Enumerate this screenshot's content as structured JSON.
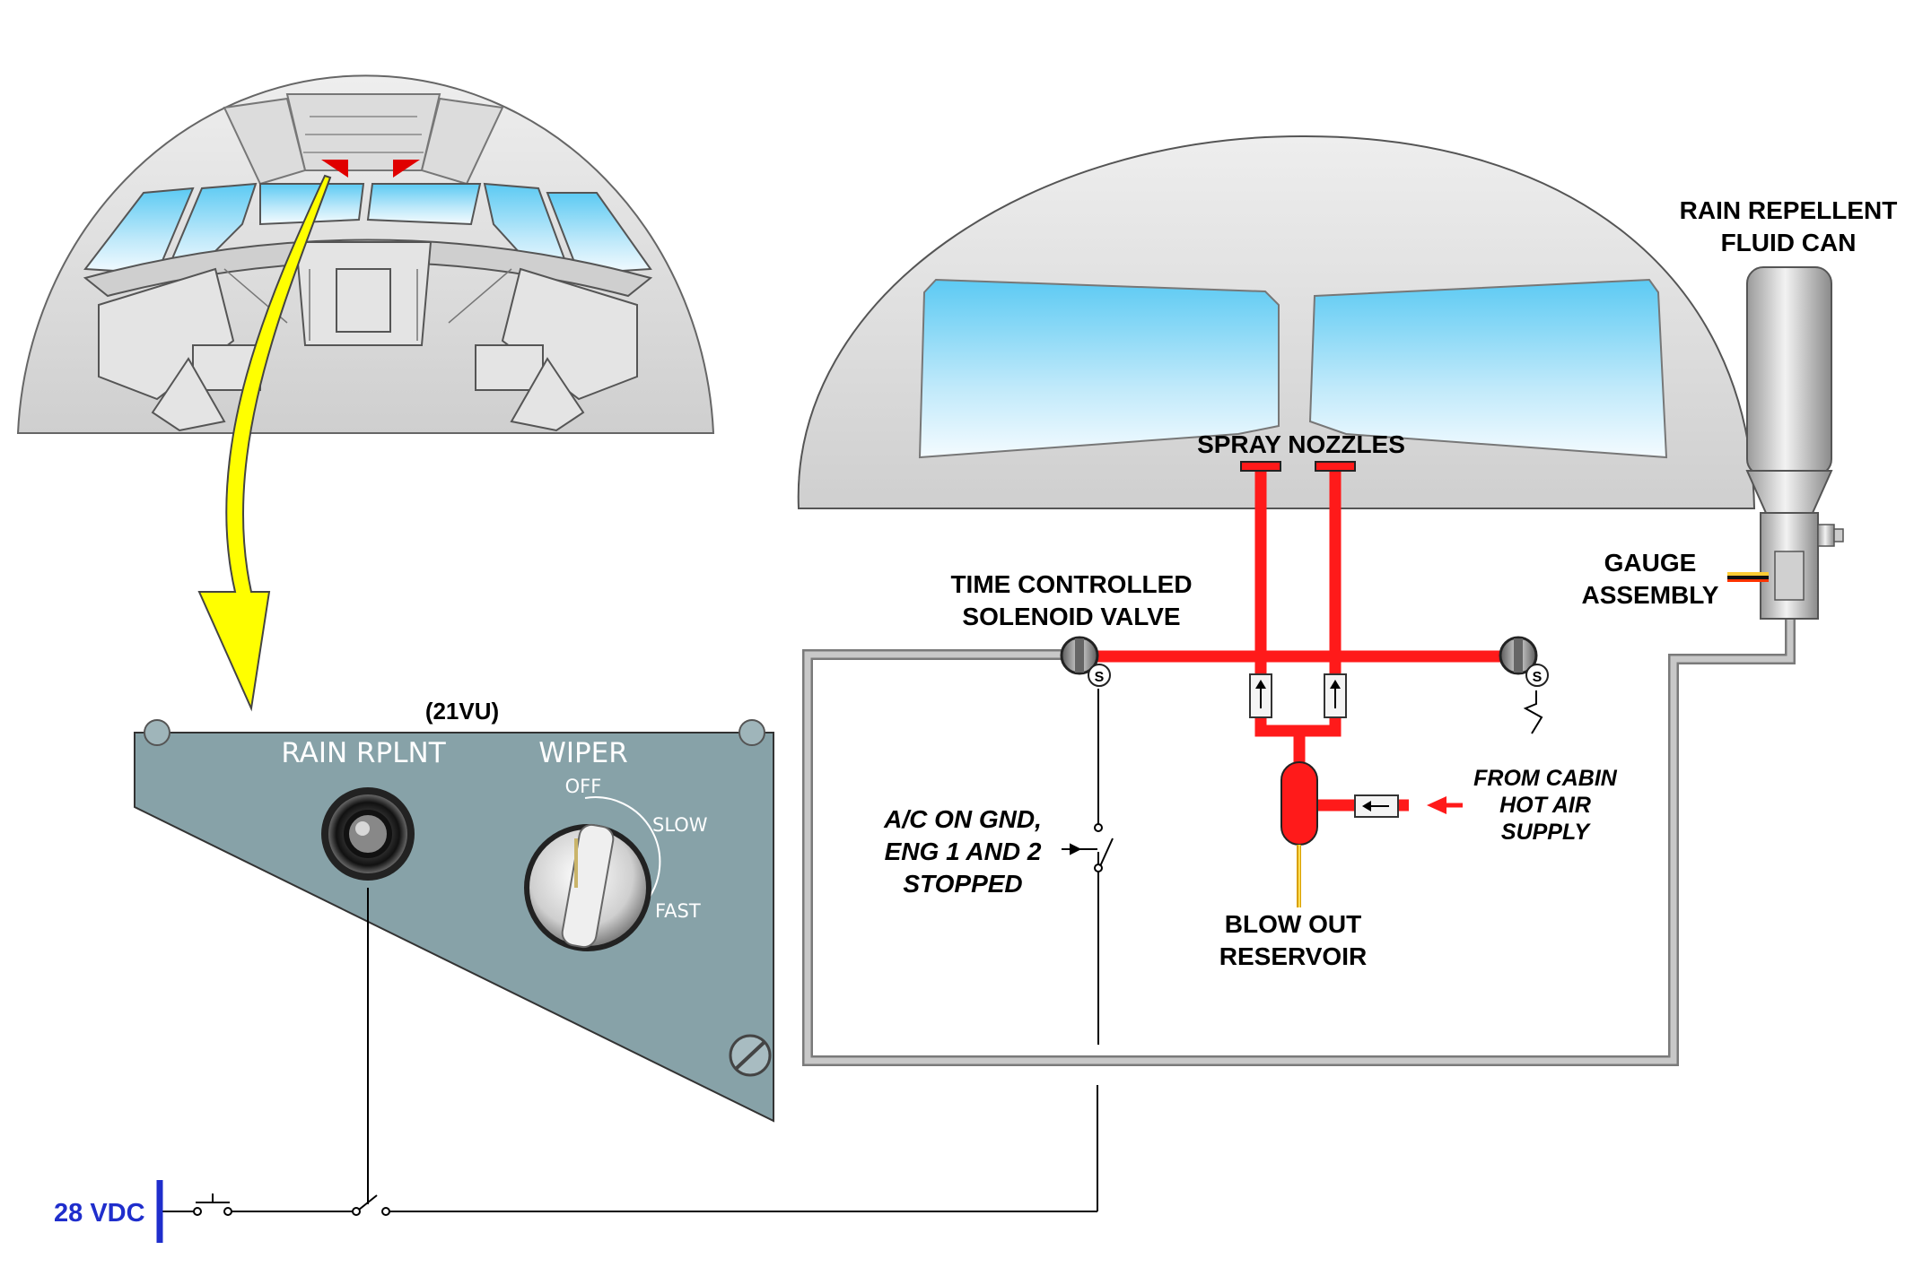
{
  "labels": {
    "panel_id": "(21VU)",
    "rain_rplnt": "RAIN RPLNT",
    "wiper": "WIPER",
    "off": "OFF",
    "slow": "SLOW",
    "fast": "FAST",
    "spray_nozzles": "SPRAY NOZZLES",
    "rain_can_line1": "RAIN REPELLENT",
    "rain_can_line2": "FLUID CAN",
    "gauge_line1": "GAUGE",
    "gauge_line2": "ASSEMBLY",
    "solenoid_line1": "TIME CONTROLLED",
    "solenoid_line2": "SOLENOID VALVE",
    "cond_line1": "A/C ON GND,",
    "cond_line2": "ENG 1 AND 2",
    "cond_line3": "STOPPED",
    "cabin_line1": "FROM CABIN",
    "cabin_line2": "HOT AIR",
    "cabin_line3": "SUPPLY",
    "reservoir_line1": "BLOW OUT",
    "reservoir_line2": "RESERVOIR",
    "voltage": "28 VDC",
    "solenoid_symbol": "S"
  },
  "colors": {
    "pipe_red": "#ff1a1a",
    "panel_gray": "#87a2a8",
    "line_gray": "#b8b8b8",
    "arrow_yellow": "#ffff00",
    "voltage_blue": "#1f2ecc",
    "glass_blue": "#8fd8f5"
  }
}
